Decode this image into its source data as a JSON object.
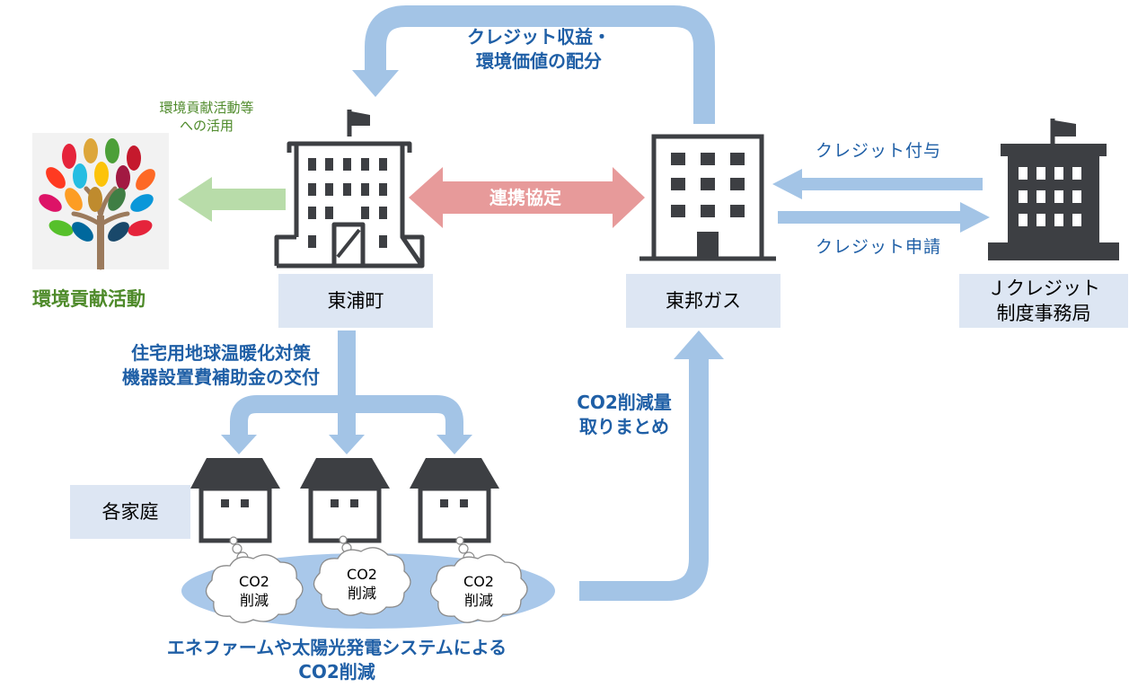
{
  "labels": {
    "credit_revenue": [
      "クレジット収益・",
      "環境価値の配分"
    ],
    "partnership": "連携協定",
    "credit_grant": "クレジット付与",
    "credit_apply": "クレジット申請",
    "env_use": [
      "環境貢献活動等",
      "への活用"
    ],
    "env_title": "環境貢献活動",
    "subsidy": [
      "住宅用地球温暖化対策",
      "機器設置費補助金の交付"
    ],
    "co2_summary": [
      "CO2削減量",
      "取りまとめ"
    ],
    "bottom": [
      "エネファームや太陽光発電システムによる",
      "CO2削減"
    ]
  },
  "boxes": {
    "town": "東浦町",
    "gas": "東邦ガス",
    "jcredit": [
      "Ｊクレジット",
      "制度事務局"
    ],
    "homes": "各家庭"
  },
  "clouds": [
    [
      "CO2",
      "削減"
    ],
    [
      "CO2",
      "削減"
    ],
    [
      "CO2",
      "削減"
    ]
  ],
  "colors": {
    "arrow_blue": "#a3c4e6",
    "arrow_pink": "#e79a9a",
    "arrow_green": "#b8dca9",
    "building": "#3d3f43",
    "label_blue": "#1f5fa6",
    "box_fill": "#dde6f3",
    "ellipse_blue": "#a9c8ea",
    "green_text": "#4e8a2a"
  }
}
